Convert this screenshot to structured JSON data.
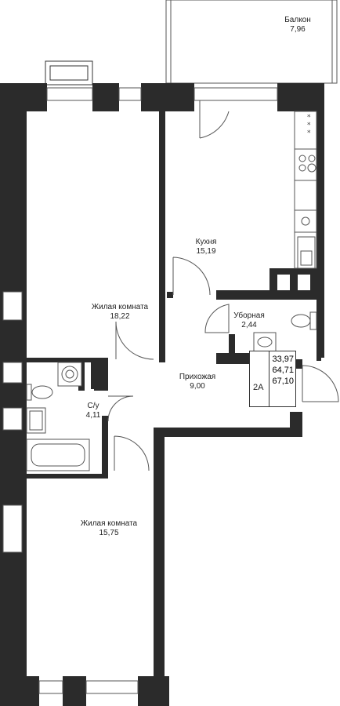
{
  "rooms": [
    {
      "name": "Балкон",
      "area": "7,96"
    },
    {
      "name": "Кухня",
      "area": "15,19"
    },
    {
      "name": "Жилая комната",
      "area": "18,22"
    },
    {
      "name": "Уборная",
      "area": "2,44"
    },
    {
      "name": "Прихожая",
      "area": "9,00"
    },
    {
      "name": "С/у",
      "area": "4,11"
    },
    {
      "name": "Жилая комната",
      "area": "15,75"
    }
  ],
  "summary": {
    "type": "2А",
    "living_area": "33,97",
    "total_area": "64,71",
    "total_with_balcony": "67,10"
  },
  "colors": {
    "wall": "#2b2b2b",
    "line": "#555555",
    "window": "#ffffff"
  }
}
